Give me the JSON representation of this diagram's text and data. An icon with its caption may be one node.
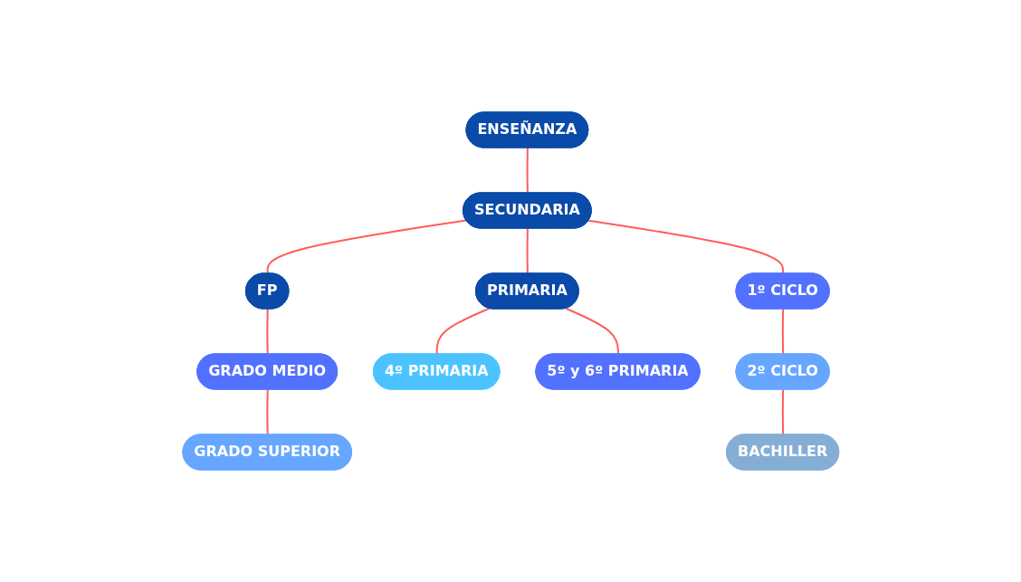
{
  "diagram": {
    "nodes": [
      {
        "text": [
          "ENSEÑANZA"
        ]
      },
      {
        "text": [
          "PRIMARIA"
        ]
      },
      {
        "text": [
          "SECUNDARIA"
        ]
      },
      {
        "text": [
          "FP"
        ]
      },
      {
        "text": [
          "1º CICLO"
        ]
      },
      {
        "text": [
          "GRADO MEDIO"
        ]
      },
      {
        "text": [
          "4º PRIMARIA"
        ]
      },
      {
        "text": [
          "5º y 6º PRIMARIA"
        ]
      },
      {
        "text": [
          "2º CICLO"
        ]
      },
      {
        "text": [
          "GRADO SUPERIOR"
        ]
      },
      {
        "text": [
          "BACHILLER"
        ]
      }
    ],
    "edges": [
      {
        "from": 0,
        "to": 2,
        "arrow": "none"
      },
      {
        "from": 2,
        "to": 1,
        "arrow": "none"
      },
      {
        "from": 2,
        "to": 3,
        "arrow": "none"
      },
      {
        "from": 1,
        "to": 6,
        "arrow": "none"
      },
      {
        "from": 1,
        "to": 7,
        "arrow": "none"
      },
      {
        "from": 2,
        "to": 4,
        "arrow": "none"
      },
      {
        "from": 4,
        "to": 8,
        "arrow": "none"
      },
      {
        "from": 8,
        "to": 10,
        "arrow": "none"
      },
      {
        "from": 3,
        "to": 5,
        "arrow": "none"
      },
      {
        "from": 5,
        "to": 9,
        "arrow": "none"
      }
    ]
  }
}
